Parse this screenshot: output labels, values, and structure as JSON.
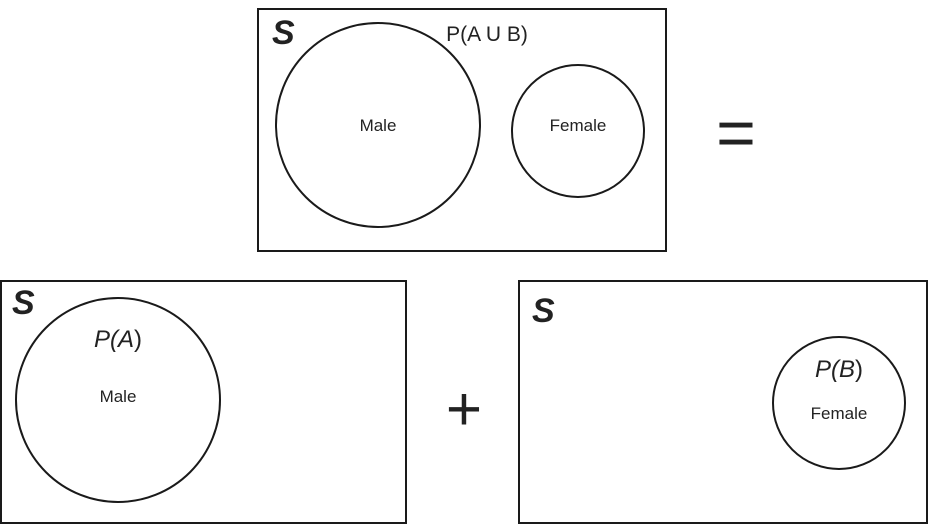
{
  "top_diagram": {
    "sample_space_label": "S",
    "union_label": "P(A U B)",
    "set_a_label": "Male",
    "set_b_label": "Female"
  },
  "equals_symbol": "=",
  "plus_symbol": "+",
  "left_diagram": {
    "sample_space_label": "S",
    "prob_label": {
      "p": "P(",
      "var": "A",
      "close": ")"
    },
    "set_label": "Male"
  },
  "right_diagram": {
    "sample_space_label": "S",
    "prob_label": {
      "p": "P(",
      "var": "B",
      "close": ")"
    },
    "set_label": "Female"
  },
  "colors": {
    "stroke": "#1a1a1a",
    "background": "#ffffff",
    "text": "#222222"
  }
}
